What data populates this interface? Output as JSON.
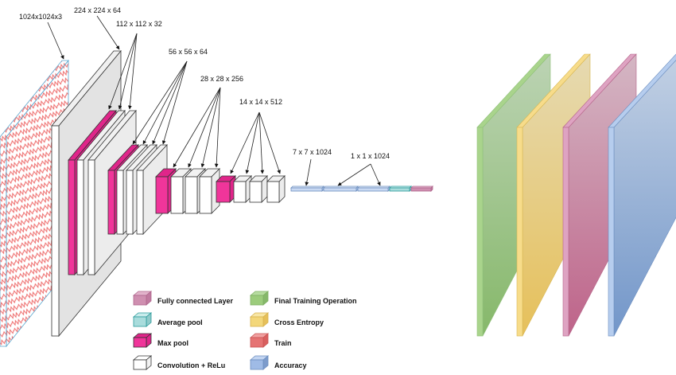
{
  "title": "CNN architecture diagram",
  "colors": {
    "max_pool": "#f0359a",
    "conv_face": "#ffffff",
    "conv_side": "#ececec",
    "block_stroke": "#333333",
    "input_stroke": "#5aa7cf",
    "input_pattern": "#ee6b6b",
    "fc_blue": "#c9d9f2",
    "fc_blue_stroke": "#6c8ebf",
    "avg_pool": "#a9dcdc",
    "avg_pool_stroke": "#2a9a9a",
    "fully_connected": "#cf8fb0",
    "final_training_green": "#8dbd6c",
    "cross_entropy_yellow": "#e8c35e",
    "train_red": "#e57373",
    "train_pink_panel": "#c26a92",
    "accuracy_blue": "#7d9ccc"
  },
  "dimension_labels": {
    "input": "1024x1024x3",
    "conv1": "224 x 224 x 64",
    "stage1": "112 x 112 x 32",
    "stage2": "56 x 56 x 64",
    "stage3": "28 x 28 x 256",
    "stage4": "14 x 14 x 512",
    "fc_input": "7 x 7 x 1024",
    "fc": "1 x 1 x 1024"
  },
  "legend": [
    {
      "label": "Fully connected Layer",
      "kind": "fully_connected"
    },
    {
      "label": "Average pool",
      "kind": "avg_pool"
    },
    {
      "label": "Max pool",
      "kind": "max_pool"
    },
    {
      "label": "Convolution + ReLu",
      "kind": "conv"
    },
    {
      "label": "Final Training Operation",
      "kind": "final_training"
    },
    {
      "label": "Cross Entropy",
      "kind": "cross_entropy"
    },
    {
      "label": "Train",
      "kind": "train"
    },
    {
      "label": "Accuracy",
      "kind": "accuracy"
    }
  ],
  "output_panels": [
    {
      "name": "final-training-panel",
      "kind": "final_training"
    },
    {
      "name": "cross-entropy-panel",
      "kind": "cross_entropy"
    },
    {
      "name": "train-panel",
      "kind": "train"
    },
    {
      "name": "accuracy-panel",
      "kind": "accuracy"
    }
  ]
}
